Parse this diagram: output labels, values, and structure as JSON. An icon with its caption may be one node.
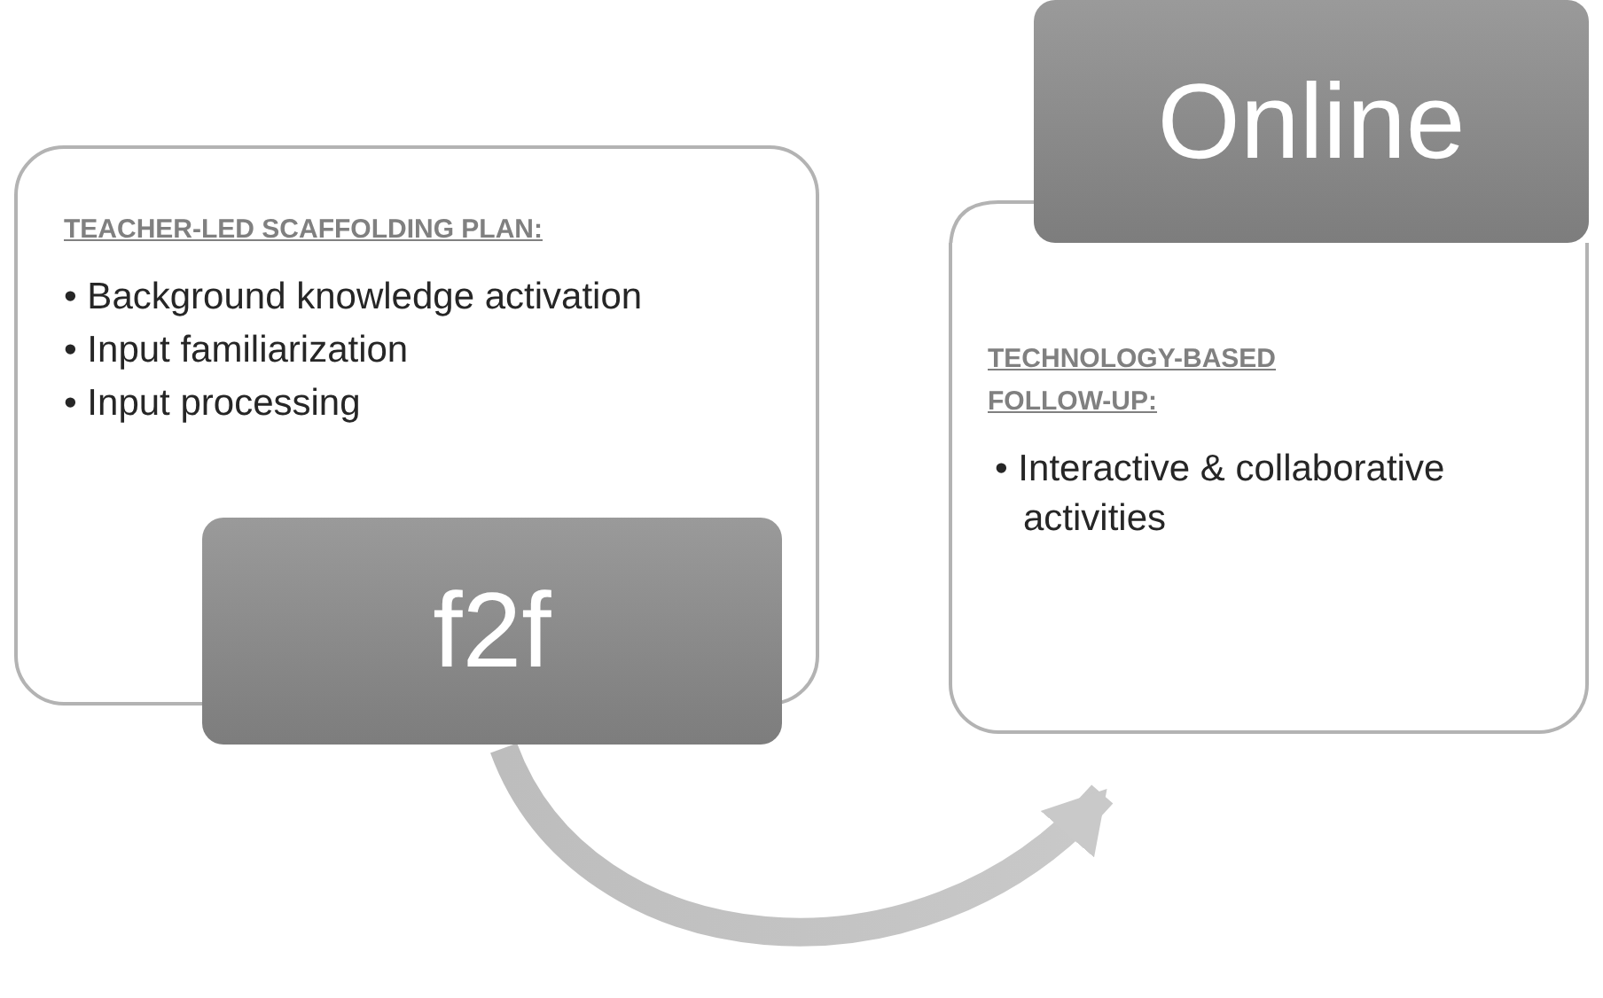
{
  "diagram": {
    "nodes": [
      {
        "text": [
          "TEACHER-LED SCAFFOLDING PLAN:",
          "• Background knowledge activation",
          "• Input familiarization",
          "• Input processing"
        ]
      },
      {
        "text": [
          "f2f"
        ]
      },
      {
        "text": [
          "TECHNOLOGY-BASED FOLLOW-UP:",
          "• Interactive & collaborative activities"
        ]
      },
      {
        "text": [
          "Online"
        ]
      }
    ],
    "edges": [
      {
        "from": 1,
        "to": 2,
        "arrow": "to",
        "style": "thick"
      }
    ]
  }
}
